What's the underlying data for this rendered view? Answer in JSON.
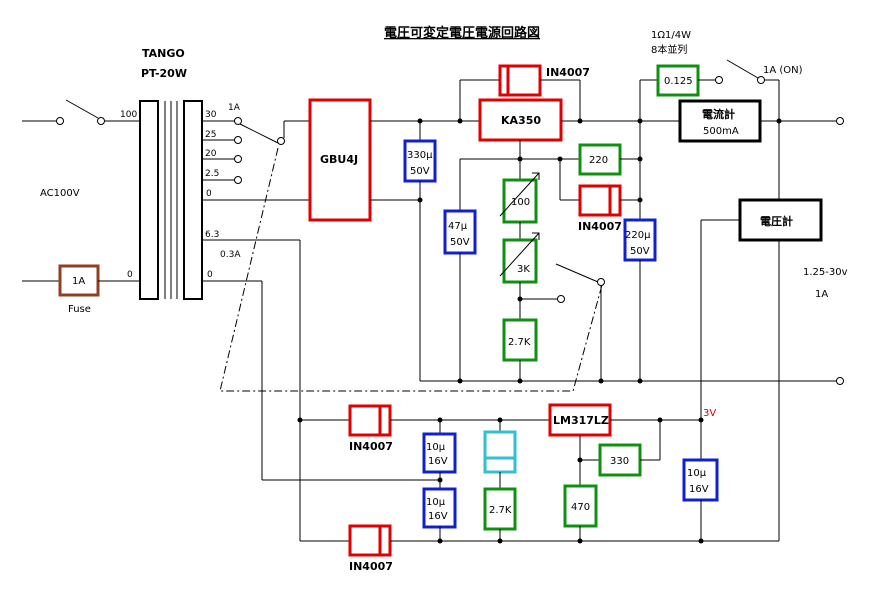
{
  "title": "電圧可変定電圧電源回路図",
  "transformer": {
    "brand": "TANGO",
    "model": "PT-20W"
  },
  "taps": {
    "t100": "100",
    "t0_primary": "0",
    "t30": "30",
    "t25": "25",
    "t20": "20",
    "t2_5": "2.5",
    "t0_a": "0",
    "t6_3": "6.3",
    "t0_3a": "0.3A",
    "t0_b": "0",
    "switch_1a": "1A"
  },
  "input": {
    "ac": "AC100V",
    "fuse_value": "1A",
    "fuse_label": "Fuse"
  },
  "rectifier": "GBU4J",
  "regulator": "KA350",
  "regulator2": "LM317LZ",
  "diodes": {
    "d1": "IN4007",
    "d2": "IN4007",
    "d3": "IN4007",
    "d4": "IN4007"
  },
  "caps": {
    "c1_value": "330μ",
    "c1_voltage": "50V",
    "c2_value": "47μ",
    "c2_voltage": "50V",
    "c3_value": "220μ",
    "c3_voltage": "50V",
    "c4_value": "10μ",
    "c4_voltage": "16V",
    "c5_value": "10μ",
    "c5_voltage": "16V",
    "c6_value": "10μ",
    "c6_voltage": "16V"
  },
  "resistors": {
    "r220": "220",
    "vr100": "100",
    "vr3k": "3K",
    "r2_7k_a": "2.7K",
    "r0_125": "0.125",
    "r330": "330",
    "r470": "470",
    "r2_7k_b": "2.7K"
  },
  "shunt_note": {
    "line1": "1Ω1/4W",
    "line2": "8本並列"
  },
  "meters": {
    "ammeter": "電流計",
    "ammeter_range": "500mA",
    "voltmeter": "電圧計"
  },
  "output": {
    "switch": "1A (ON)",
    "range": "1.25-30v",
    "current": "1A"
  },
  "ref_voltage": "3V",
  "colors": {
    "red": "#e00000",
    "green": "#109010",
    "blue": "#1020d0",
    "brown": "#904020",
    "cyan": "#30c0d0"
  }
}
